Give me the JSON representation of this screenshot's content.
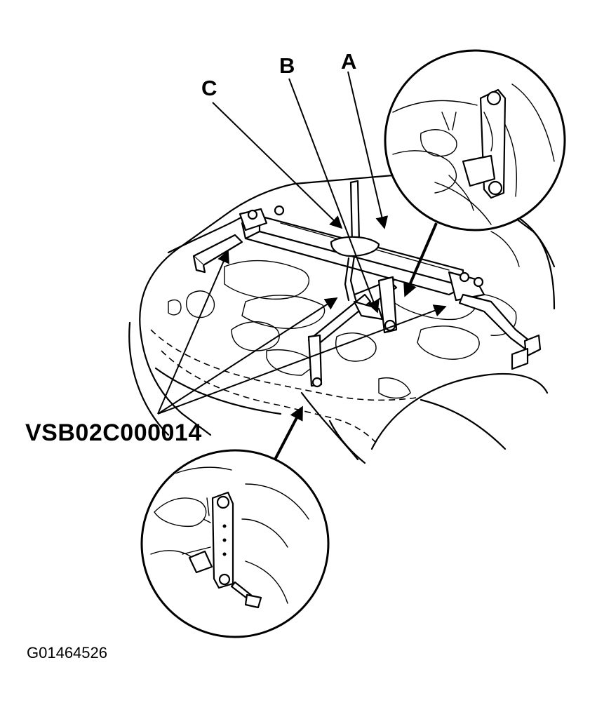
{
  "diagram": {
    "callouts": {
      "a": "A",
      "b": "B",
      "c": "C"
    },
    "tool_label": "VSB02C000014",
    "figure_id": "G01464526",
    "icons": [
      "top-right-detail-inset-icon",
      "bottom-detail-inset-icon"
    ]
  }
}
